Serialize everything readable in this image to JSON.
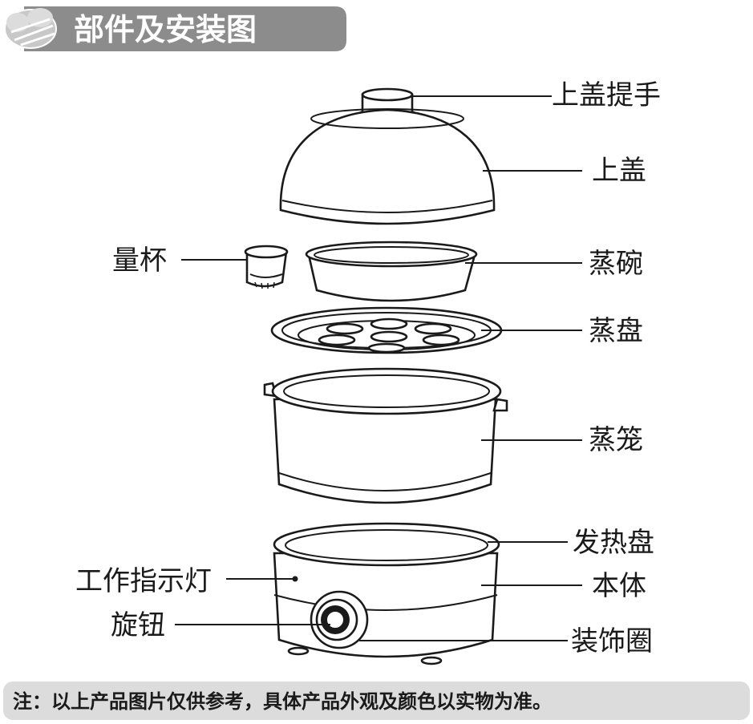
{
  "header": {
    "title": "部件及安装图"
  },
  "labels": {
    "lid_handle": "上盖提手",
    "lid": "上盖",
    "measuring_cup": "量杯",
    "steam_bowl": "蒸碗",
    "steam_tray": "蒸盘",
    "steamer_basket": "蒸笼",
    "heating_plate": "发热盘",
    "main_body": "本体",
    "indicator_light": "工作指示灯",
    "knob": "旋钮",
    "decor_ring": "装饰圈"
  },
  "footer": {
    "note": "注：以上产品图片仅供参考，具体产品外观及颜色以实物为准。"
  },
  "colors": {
    "header_bg": "#8c8c8c",
    "footer_bg": "#dcdcdc",
    "line": "#1a1a1a"
  }
}
